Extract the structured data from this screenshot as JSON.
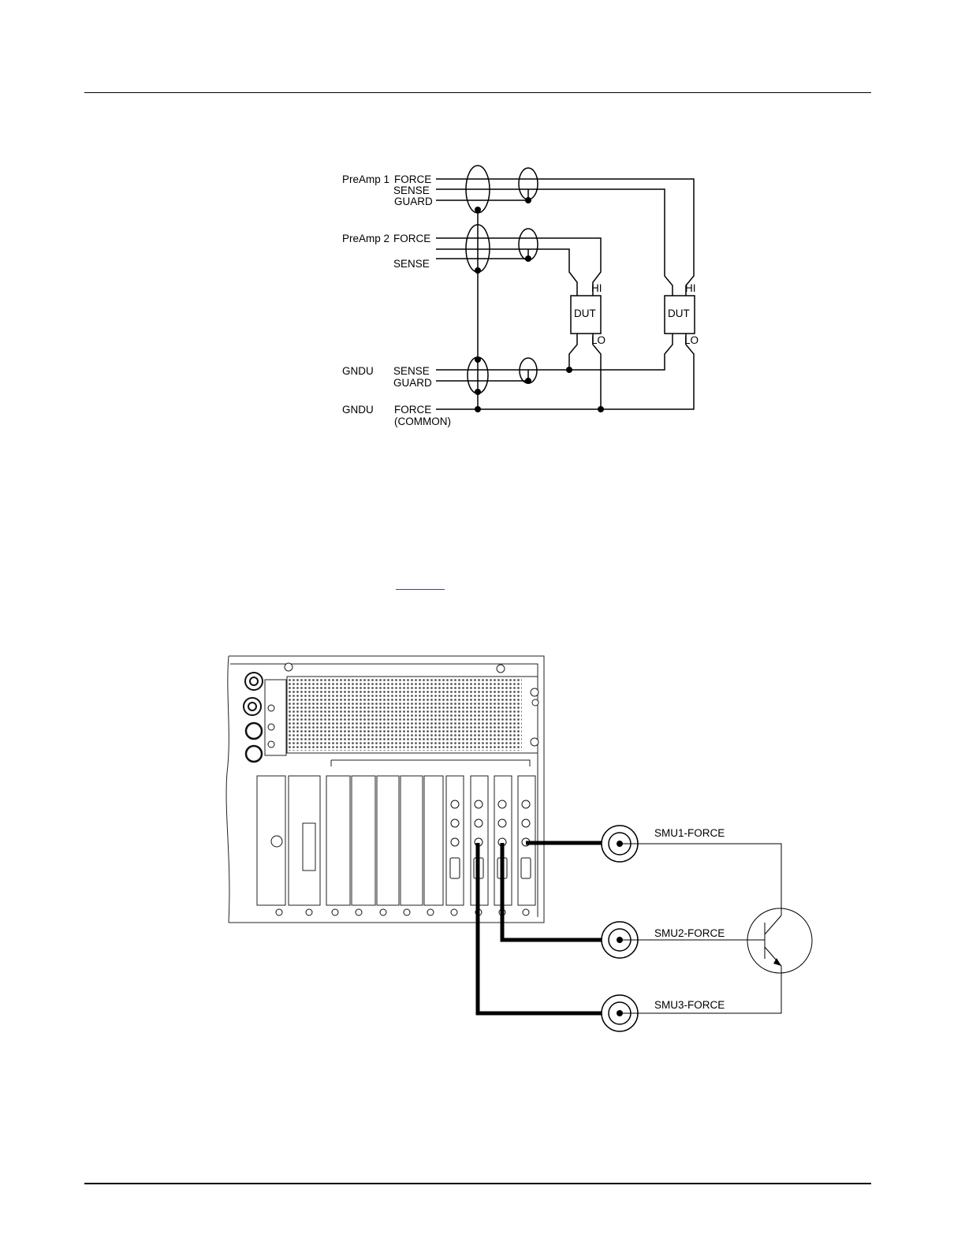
{
  "schematic": {
    "preamp1": "PreAmp 1",
    "preamp2": "PreAmp 2",
    "gndu_upper": "GNDU",
    "gndu_lower": "GNDU",
    "force_1": "FORCE",
    "sense_1": "SENSE",
    "guard_1": "GUARD",
    "force_2": "FORCE",
    "sense_2": "SENSE",
    "sense_gndu": "SENSE",
    "guard_gndu": "GUARD",
    "force_gndu": "FORCE",
    "common": "(COMMON)",
    "dut_left": "DUT",
    "dut_right": "DUT",
    "hi_left": "HI",
    "lo_left": "LO",
    "hi_right": "HI",
    "lo_right": "LO"
  },
  "wiring": {
    "smu1_force": "SMU1-FORCE",
    "smu2_force": "SMU2-FORCE",
    "smu3_force": "SMU3-FORCE"
  }
}
